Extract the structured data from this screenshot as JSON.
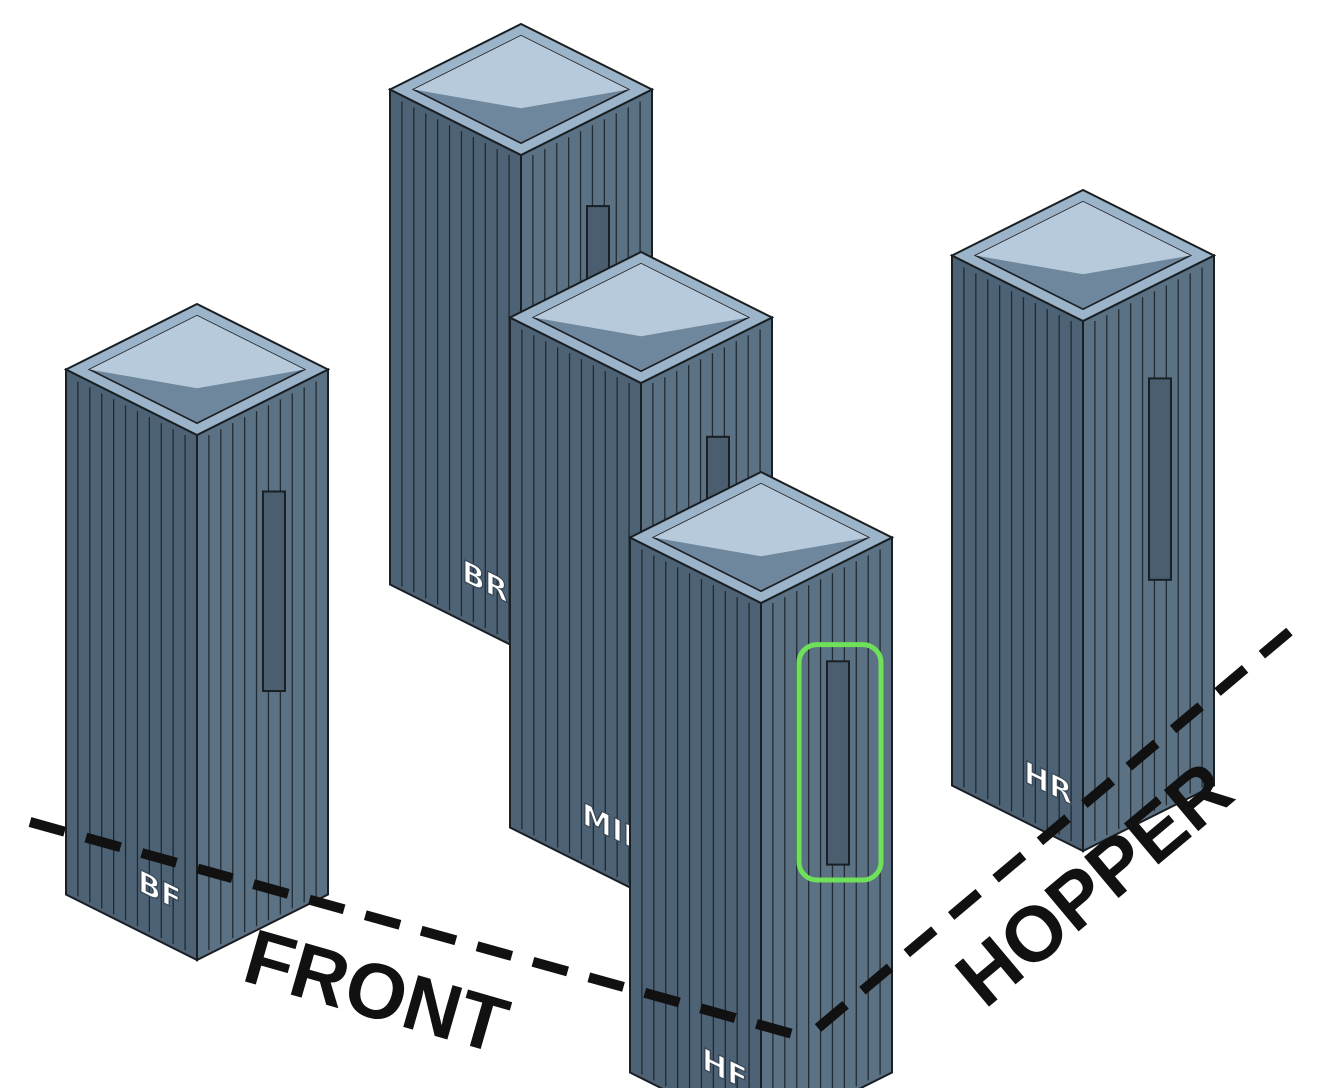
{
  "labels": {
    "front": "FRONT",
    "hopper": "HOPPER"
  },
  "pieces": [
    {
      "id": "bf",
      "engraving": "BF",
      "highlighted": false
    },
    {
      "id": "br",
      "engraving": "BR",
      "highlighted": false
    },
    {
      "id": "mid",
      "engraving": "MID",
      "highlighted": false
    },
    {
      "id": "hf",
      "engraving": "HF",
      "highlighted": true
    },
    {
      "id": "hr",
      "engraving": "HR",
      "highlighted": false
    }
  ],
  "colors": {
    "side_left": "#4d6275",
    "side_right": "#5b7184",
    "top_rim": "#9bb4c9",
    "inner_light": "#b7cadb",
    "inner_dark": "#6f879c",
    "outline": "#1a1f24",
    "highlight": "#6fe05a",
    "dash": "#111111"
  }
}
